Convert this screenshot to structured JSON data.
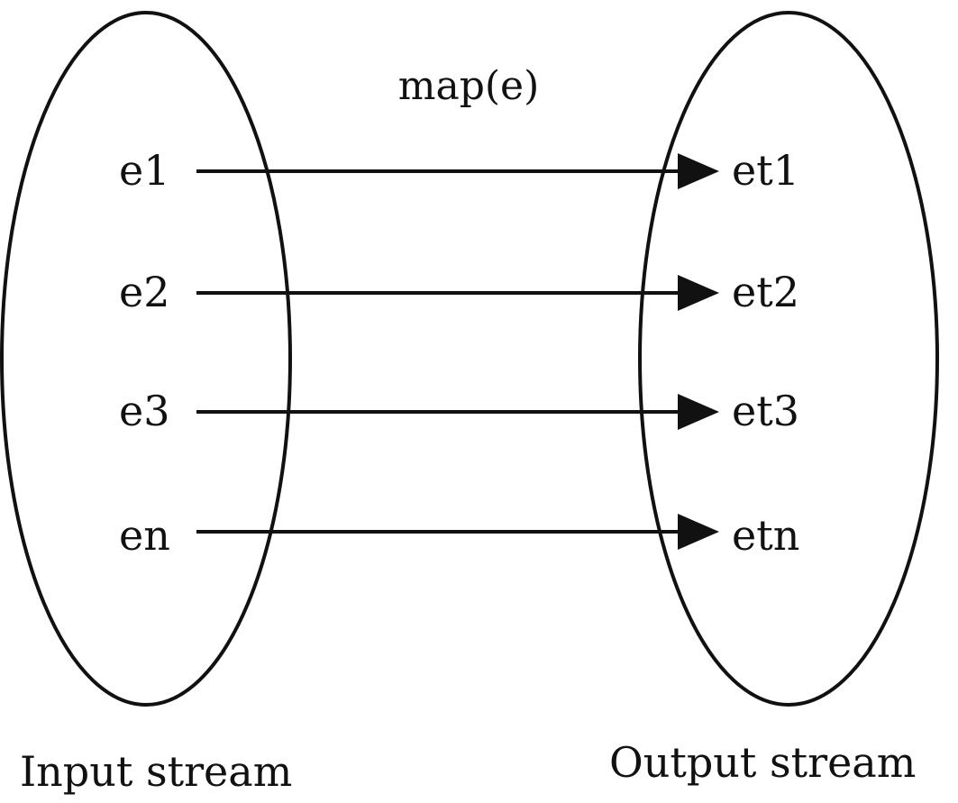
{
  "diagram": {
    "function_label": "map(e)",
    "input": {
      "caption": "Input stream",
      "elements": [
        "e1",
        "e2",
        "e3",
        "en"
      ]
    },
    "output": {
      "caption": "Output stream",
      "elements": [
        "et1",
        "et2",
        "et3",
        "etn"
      ]
    },
    "mappings": [
      {
        "from": "e1",
        "to": "et1"
      },
      {
        "from": "e2",
        "to": "et2"
      },
      {
        "from": "e3",
        "to": "et3"
      },
      {
        "from": "en",
        "to": "etn"
      }
    ]
  },
  "colors": {
    "stroke": "#111111",
    "text": "#111111",
    "background": "#ffffff"
  }
}
